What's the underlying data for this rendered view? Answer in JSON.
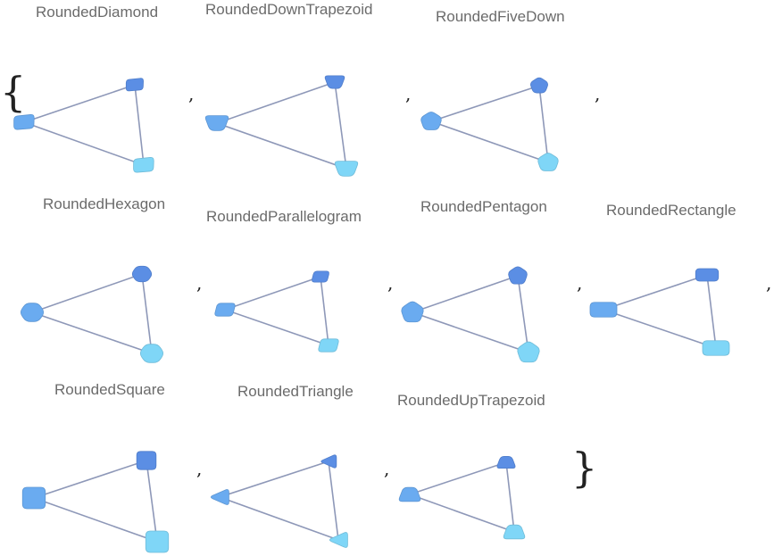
{
  "list": {
    "open_brace": "{",
    "close_brace": "}",
    "separator": ","
  },
  "colors": {
    "node_top": "#5b8ee4",
    "node_left": "#6aabf0",
    "node_bottom": "#7fd6f7",
    "edge": "#8e98b8",
    "label": "#6b6b6b"
  },
  "graphs": [
    {
      "label": "RoundedDiamond",
      "shape": "rounded-diamond"
    },
    {
      "label": "RoundedDownTrapezoid",
      "shape": "rounded-down-trapezoid"
    },
    {
      "label": "RoundedFiveDown",
      "shape": "rounded-five-down"
    },
    {
      "label": "RoundedHexagon",
      "shape": "rounded-hexagon"
    },
    {
      "label": "RoundedParallelogram",
      "shape": "rounded-parallelogram"
    },
    {
      "label": "RoundedPentagon",
      "shape": "rounded-pentagon"
    },
    {
      "label": "RoundedRectangle",
      "shape": "rounded-rectangle"
    },
    {
      "label": "RoundedSquare",
      "shape": "rounded-square"
    },
    {
      "label": "RoundedTriangle",
      "shape": "rounded-triangle"
    },
    {
      "label": "RoundedUpTrapezoid",
      "shape": "rounded-up-trapezoid"
    }
  ]
}
